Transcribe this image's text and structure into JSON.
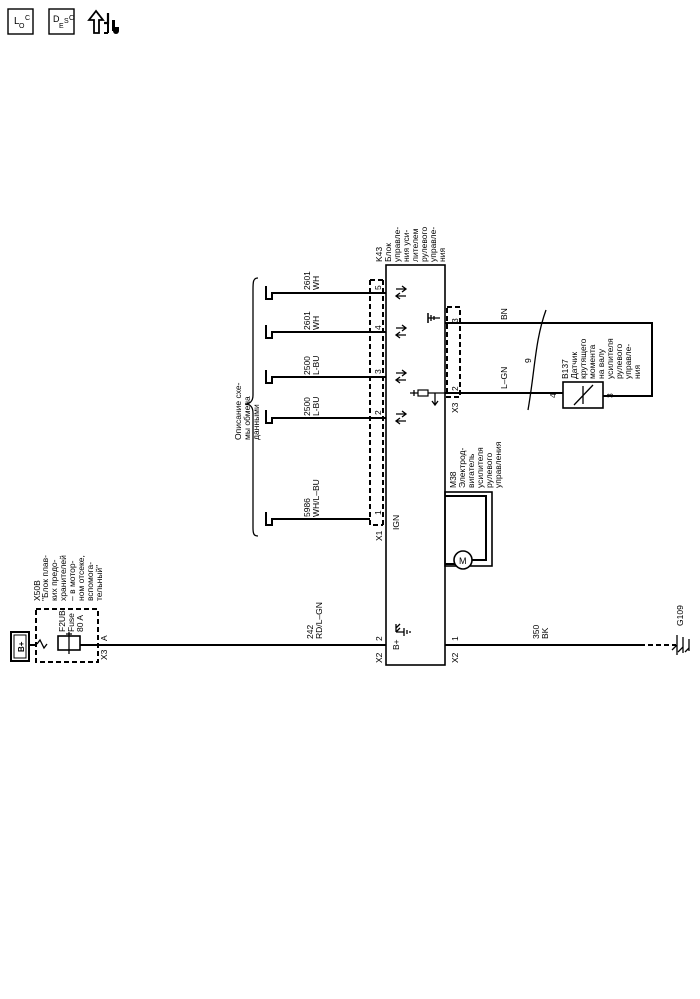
{
  "header_icons": {
    "loc": {
      "main": "L",
      "sub": "O",
      "sup": "C"
    },
    "desc": {
      "main": "D",
      "sub": "E",
      "sup": "S",
      "tail": "C"
    },
    "service": "arrows-wrench-icon"
  },
  "fuse_block": {
    "id": "X50B",
    "desc": [
      "\"Блок плав-",
      "ких предо-",
      "хранителей",
      "– в мотор-",
      "ном отсеке,",
      "вспомога-",
      "тельный\""
    ],
    "fuse": [
      "F2UB",
      "Fuse",
      "80 A"
    ],
    "battery": "B+",
    "connector": "X3",
    "pin": "A"
  },
  "power_wire": {
    "circuit": "242",
    "color": "RD/L–GN"
  },
  "ground_wire": {
    "circuit": "350",
    "color": "BK",
    "ground": "G109"
  },
  "module": {
    "id": "K43",
    "desc": [
      "Блок",
      "управле-",
      "ния уси-",
      "лителем",
      "рулевого",
      "управле-",
      "ния"
    ],
    "b_plus": "B+",
    "ign": "IGN",
    "x2_power": {
      "connector": "X2",
      "pin": "2"
    },
    "x2_ground": {
      "connector": "X2",
      "pin": "1"
    },
    "x1": "X1",
    "x3": "X3"
  },
  "data_lines": [
    {
      "circuit": "5986",
      "color": "WH/L–BU",
      "pin": "1"
    },
    {
      "circuit": "2500",
      "color": "L-BU",
      "pin": "2"
    },
    {
      "circuit": "2500",
      "color": "L-BU",
      "pin": "3"
    },
    {
      "circuit": "2601",
      "color": "WH",
      "pin": "4"
    },
    {
      "circuit": "2601",
      "color": "WH",
      "pin": "5"
    }
  ],
  "comm_label": [
    "Описание схе-",
    "мы обмена",
    "данными"
  ],
  "motor": {
    "id": "M38",
    "desc": [
      "Электрод-",
      "вигатель",
      "усилителя",
      "рулевого",
      "управления"
    ],
    "symbol": "M"
  },
  "sensor": {
    "id": "B137",
    "desc": [
      "Датчик",
      "крутящего",
      "момента",
      "на валу",
      "усилителя",
      "рулевого",
      "управле-",
      "ния"
    ],
    "pin_left": "4",
    "pin_right": "3"
  },
  "sensor_wires": {
    "x3_pin2": "2",
    "x3_pin3": "3",
    "color_lgn": "L–GN",
    "color_bn": "BN",
    "shield": "9"
  }
}
